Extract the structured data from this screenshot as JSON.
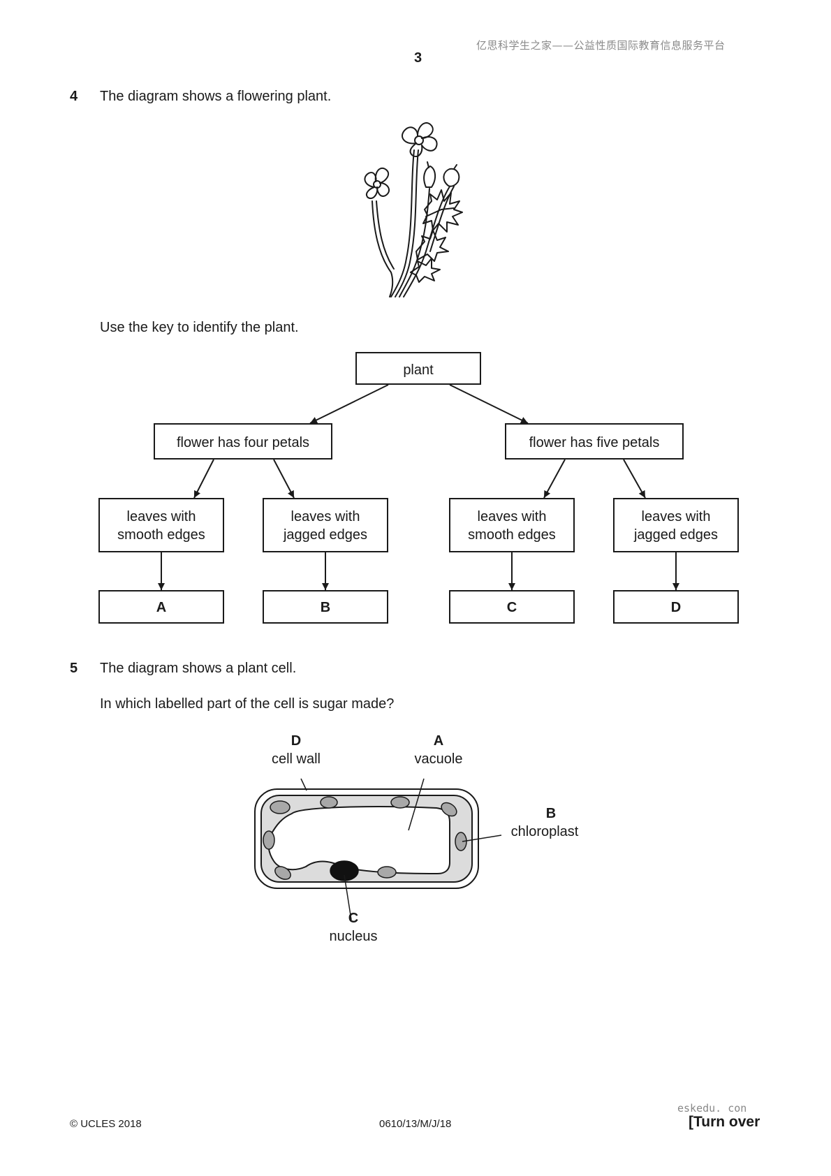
{
  "header": {
    "watermark": "亿思科学生之家——公益性质国际教育信息服务平台",
    "page_number": "3"
  },
  "q4": {
    "number": "4",
    "prompt": "The diagram shows a flowering plant.",
    "instruction": "Use the key to identify the plant.",
    "key": {
      "root": "plant",
      "left_branch": "flower has four petals",
      "right_branch": "flower has five petals",
      "leaves": [
        {
          "line1": "leaves with",
          "line2": "smooth edges",
          "answer": "A"
        },
        {
          "line1": "leaves with",
          "line2": "jagged edges",
          "answer": "B"
        },
        {
          "line1": "leaves with",
          "line2": "smooth edges",
          "answer": "C"
        },
        {
          "line1": "leaves with",
          "line2": "jagged edges",
          "answer": "D"
        }
      ]
    }
  },
  "q5": {
    "number": "5",
    "prompt": "The diagram shows a plant cell.",
    "question": "In which labelled part of the cell is sugar made?",
    "labels": {
      "D": {
        "letter": "D",
        "name": "cell wall"
      },
      "A": {
        "letter": "A",
        "name": "vacuole"
      },
      "B": {
        "letter": "B",
        "name": "chloroplast"
      },
      "C": {
        "letter": "C",
        "name": "nucleus"
      }
    }
  },
  "footer": {
    "copyright": "© UCLES 2018",
    "code": "0610/13/M/J/18",
    "turn_over": "[Turn over",
    "site": "eskedu. con"
  }
}
